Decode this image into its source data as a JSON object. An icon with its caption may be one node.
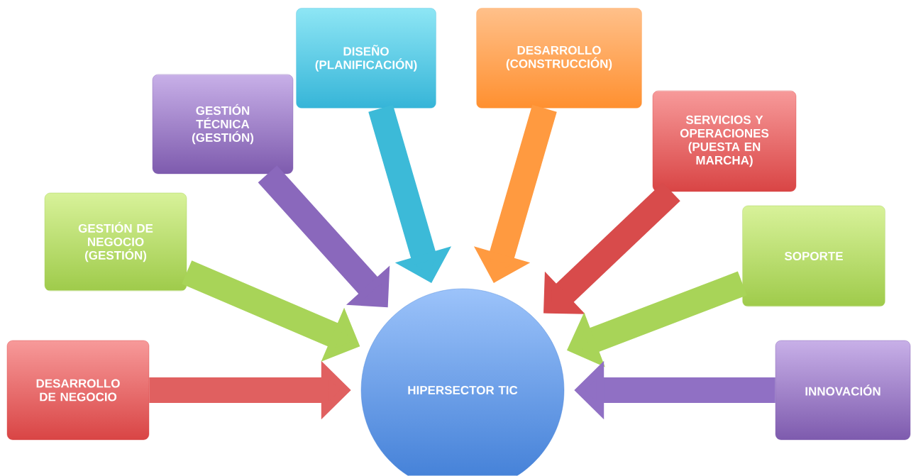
{
  "diagram": {
    "nodes": [
      {
        "text": [
          "DESARROLLO DE NEGOCIO"
        ]
      },
      {
        "text": [
          "GESTIÓN DE NEGOCIO (GESTIÓN)"
        ]
      },
      {
        "text": [
          "GESTIÓN TÉCNICA (GESTIÓN)"
        ]
      },
      {
        "text": [
          "DISEÑO (PLANIFICACIÓN)"
        ]
      },
      {
        "text": [
          "DESARROLLO (CONSTRUCCIÓN)"
        ]
      },
      {
        "text": [
          "SERVICIOS Y OPERACIONES (PUESTA EN MARCHA)"
        ]
      },
      {
        "text": [
          "SOPORTE"
        ]
      },
      {
        "text": [
          "INNOVACIÓN"
        ]
      },
      {
        "text": [
          "HIPERSECTOR TIC"
        ]
      }
    ],
    "edges": [
      {
        "from": 0,
        "to": 8,
        "arrow": "to",
        "color": "#e06060"
      },
      {
        "from": 1,
        "to": 8,
        "arrow": "to",
        "color": "#a8d458"
      },
      {
        "from": 2,
        "to": 8,
        "arrow": "to",
        "color": "#8a68bc"
      },
      {
        "from": 3,
        "to": 8,
        "arrow": "to",
        "color": "#3cbad8"
      },
      {
        "from": 4,
        "to": 8,
        "arrow": "to",
        "color": "#ff9a40"
      },
      {
        "from": 5,
        "to": 8,
        "arrow": "to",
        "color": "#d84b4b"
      },
      {
        "from": 6,
        "to": 8,
        "arrow": "to",
        "color": "#a8d458"
      },
      {
        "from": 7,
        "to": 8,
        "arrow": "to",
        "color": "#9070c4"
      }
    ]
  }
}
